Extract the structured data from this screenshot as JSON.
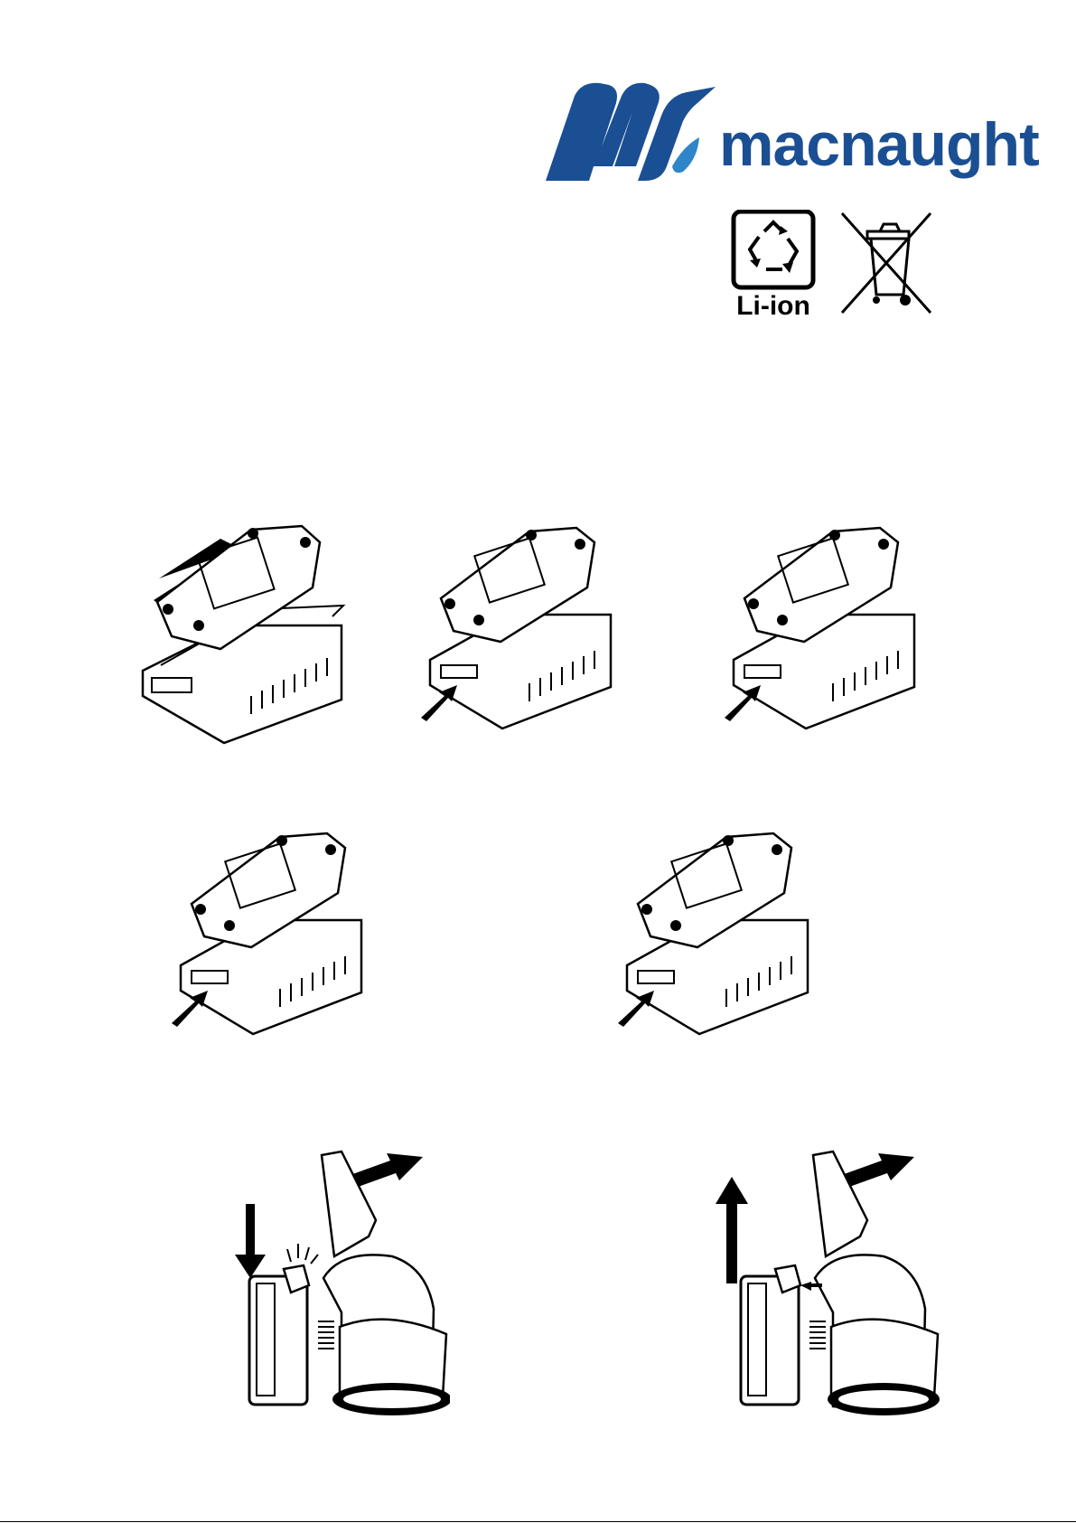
{
  "brand": {
    "name": "macnaught",
    "color": "#1b4f93",
    "drop_color": "#2e86c9"
  },
  "symbols": {
    "recycle_label": "Li-ion",
    "recycle_icon": "recycle-icon",
    "weee_icon": "crossed-out-bin-icon"
  },
  "figures": [
    {
      "icon": "battery-slide-onto-charger-illustration"
    },
    {
      "icon": "battery-latch-press-illustration"
    },
    {
      "icon": "battery-latch-press-illustration"
    },
    {
      "icon": "battery-latch-press-illustration"
    },
    {
      "icon": "battery-latch-press-illustration"
    },
    {
      "icon": "battery-insert-into-pump-illustration"
    },
    {
      "icon": "battery-remove-from-pump-illustration"
    }
  ]
}
